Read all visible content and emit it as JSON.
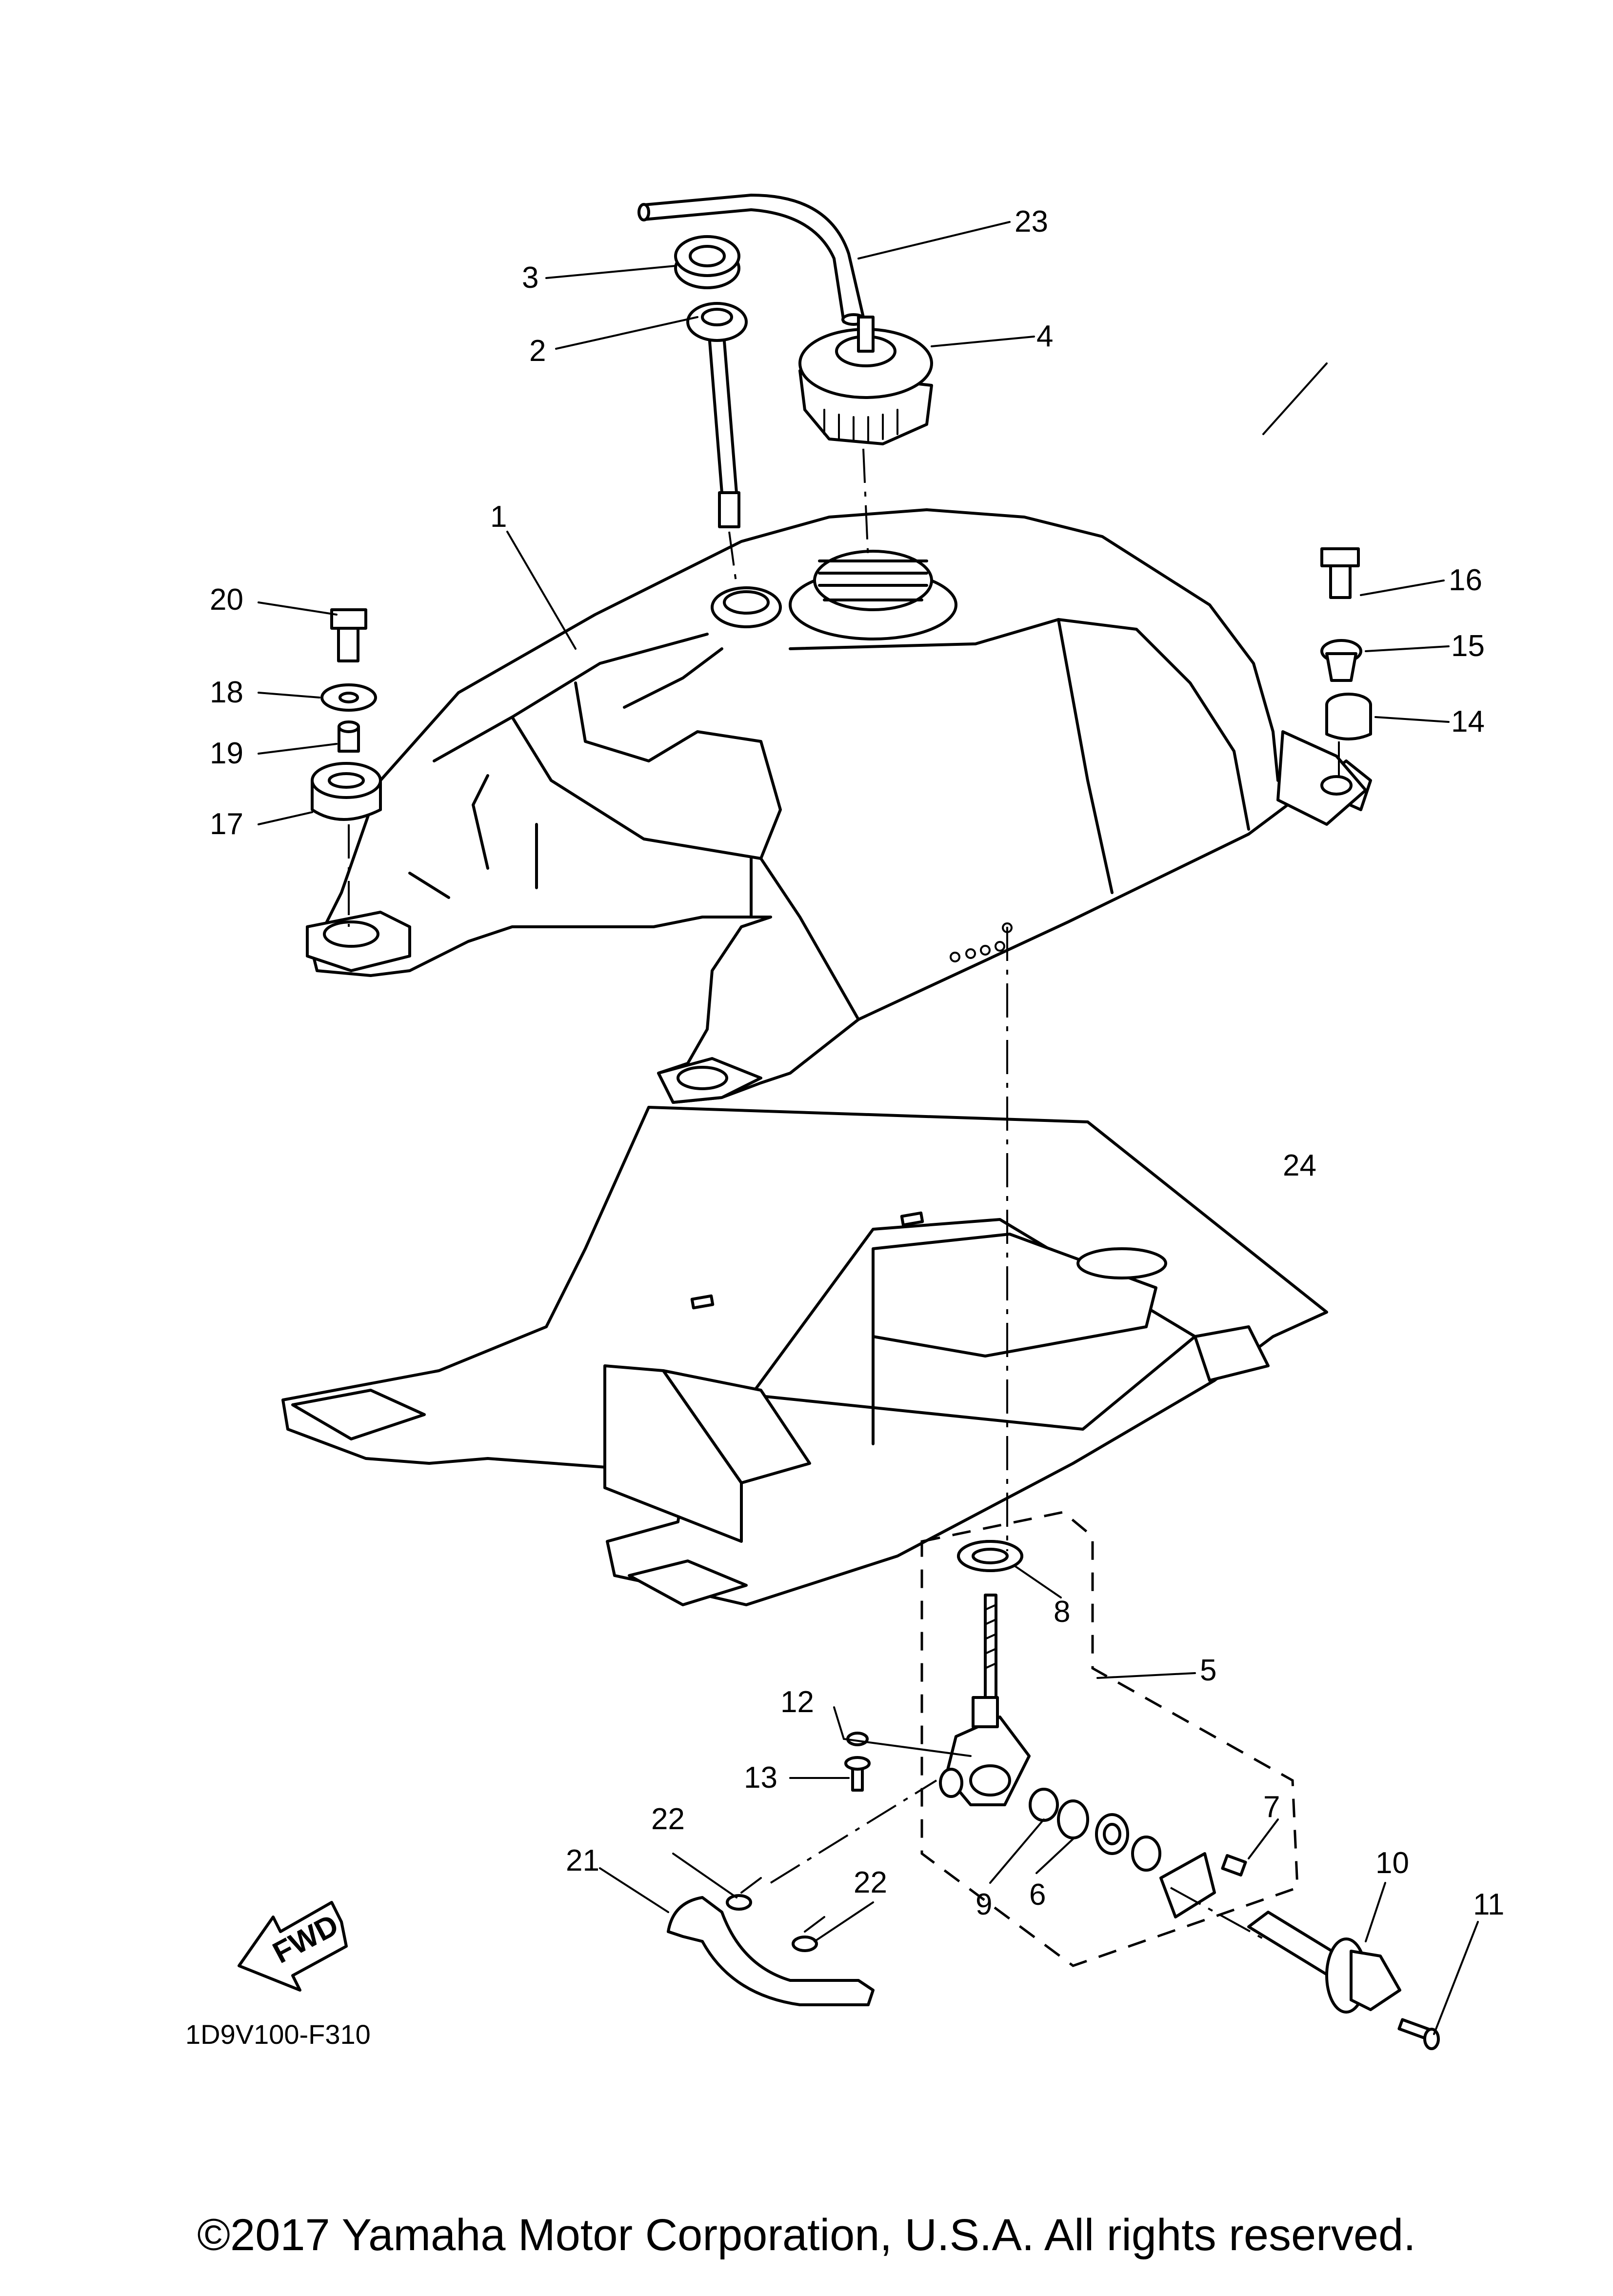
{
  "diagram": {
    "callouts": [
      {
        "id": "p1",
        "label": "1"
      },
      {
        "id": "p2",
        "label": "2"
      },
      {
        "id": "p3",
        "label": "3"
      },
      {
        "id": "p4",
        "label": "4"
      },
      {
        "id": "p5",
        "label": "5"
      },
      {
        "id": "p6",
        "label": "6"
      },
      {
        "id": "p7",
        "label": "7"
      },
      {
        "id": "p8",
        "label": "8"
      },
      {
        "id": "p9",
        "label": "9"
      },
      {
        "id": "p10",
        "label": "10"
      },
      {
        "id": "p11",
        "label": "11"
      },
      {
        "id": "p12",
        "label": "12"
      },
      {
        "id": "p13",
        "label": "13"
      },
      {
        "id": "p14",
        "label": "14"
      },
      {
        "id": "p15",
        "label": "15"
      },
      {
        "id": "p16",
        "label": "16"
      },
      {
        "id": "p17",
        "label": "17"
      },
      {
        "id": "p18",
        "label": "18"
      },
      {
        "id": "p19",
        "label": "19"
      },
      {
        "id": "p20",
        "label": "20"
      },
      {
        "id": "p21",
        "label": "21"
      },
      {
        "id": "p22a",
        "label": "22"
      },
      {
        "id": "p22b",
        "label": "22"
      },
      {
        "id": "p23",
        "label": "23"
      },
      {
        "id": "p24",
        "label": "24"
      }
    ],
    "fwd_label": "FWD",
    "diagram_code": "1D9V100-F310"
  },
  "footer": {
    "copyright": "©2017 Yamaha Motor Corporation, U.S.A. All rights reserved."
  }
}
